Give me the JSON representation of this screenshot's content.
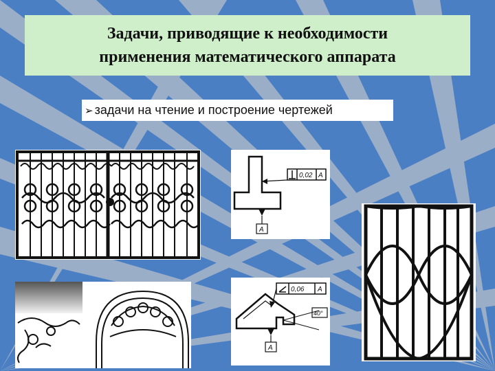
{
  "slide": {
    "title_line1": "Задачи, приводящие к необходимости",
    "title_line2": "применения математического аппарата",
    "bullet_marker": "arrow-bullet-icon",
    "bullet_text": "задачи на чтение и построение чертежей"
  },
  "drawing_top": {
    "tolerance_value": "0,02",
    "datum_label_frame": "A",
    "datum_label_base": "A"
  },
  "drawing_bottom": {
    "tolerance_value": "0,06",
    "datum_label_frame": "A",
    "angle_label": "40°",
    "datum_label_base": "A"
  },
  "colors": {
    "background": "#4a7fc4",
    "rays": "#aab7c9",
    "title_box": "#cfeeca",
    "ink": "#111111"
  }
}
